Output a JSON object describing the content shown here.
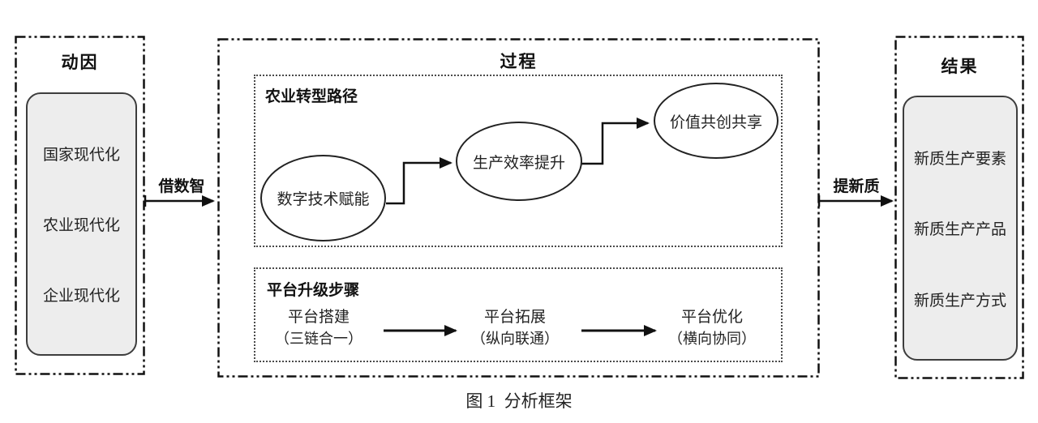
{
  "figure": {
    "caption": "图 1  分析框架"
  },
  "motivation": {
    "title": "动因",
    "items": [
      "国家现代化",
      "农业现代化",
      "企业现代化"
    ]
  },
  "process": {
    "title": "过程",
    "transformation": {
      "title": "农业转型路径",
      "nodes": [
        "数字技术赋能",
        "生产效率提升",
        "价值共创共享"
      ]
    },
    "upgrade": {
      "title": "平台升级步骤",
      "steps": [
        {
          "name": "平台搭建",
          "detail": "（三链合一）"
        },
        {
          "name": "平台拓展",
          "detail": "（纵向联通）"
        },
        {
          "name": "平台优化",
          "detail": "（横向协同）"
        }
      ]
    }
  },
  "result": {
    "title": "结果",
    "items": [
      "新质生产要素",
      "新质生产产品",
      "新质生产方式"
    ]
  },
  "flows": {
    "input_label": "借数智",
    "output_label": "提新质"
  },
  "colors": {
    "ink": "#1a1a1a",
    "panel_fill": "#ededed",
    "background": "#ffffff"
  }
}
